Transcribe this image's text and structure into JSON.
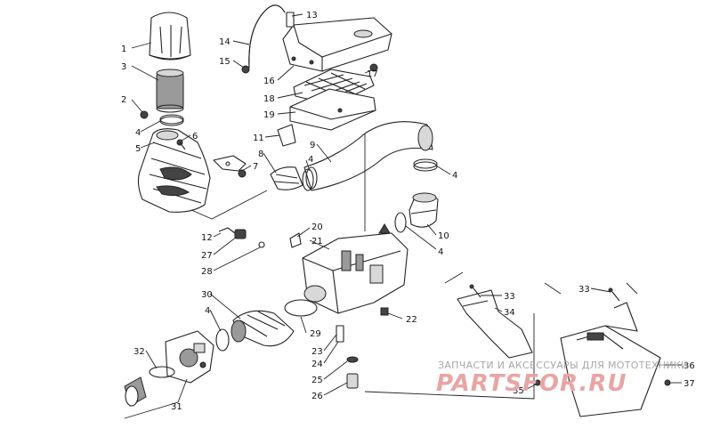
{
  "callouts": [
    {
      "id": "c1",
      "text": "1"
    },
    {
      "id": "c2",
      "text": "2"
    },
    {
      "id": "c3",
      "text": "3"
    },
    {
      "id": "c4a",
      "text": "4"
    },
    {
      "id": "c4b",
      "text": "4"
    },
    {
      "id": "c4c",
      "text": "4"
    },
    {
      "id": "c4d",
      "text": "4"
    },
    {
      "id": "c4e",
      "text": "4"
    },
    {
      "id": "c5",
      "text": "5"
    },
    {
      "id": "c6",
      "text": "6"
    },
    {
      "id": "c7",
      "text": "7"
    },
    {
      "id": "c8",
      "text": "8"
    },
    {
      "id": "c9",
      "text": "9"
    },
    {
      "id": "c10",
      "text": "10"
    },
    {
      "id": "c11",
      "text": "11"
    },
    {
      "id": "c12",
      "text": "12"
    },
    {
      "id": "c13",
      "text": "13"
    },
    {
      "id": "c14",
      "text": "14"
    },
    {
      "id": "c15",
      "text": "15"
    },
    {
      "id": "c16",
      "text": "16"
    },
    {
      "id": "c17",
      "text": "17"
    },
    {
      "id": "c18",
      "text": "18"
    },
    {
      "id": "c19",
      "text": "19"
    },
    {
      "id": "c20",
      "text": "20"
    },
    {
      "id": "c21",
      "text": "21"
    },
    {
      "id": "c22",
      "text": "22"
    },
    {
      "id": "c23",
      "text": "23"
    },
    {
      "id": "c24",
      "text": "24"
    },
    {
      "id": "c25",
      "text": "25"
    },
    {
      "id": "c26",
      "text": "26"
    },
    {
      "id": "c27",
      "text": "27"
    },
    {
      "id": "c28",
      "text": "28"
    },
    {
      "id": "c29",
      "text": "29"
    },
    {
      "id": "c30",
      "text": "30"
    },
    {
      "id": "c31",
      "text": "31"
    },
    {
      "id": "c32",
      "text": "32"
    },
    {
      "id": "c33a",
      "text": "33"
    },
    {
      "id": "c33b",
      "text": "33"
    },
    {
      "id": "c34",
      "text": "34"
    },
    {
      "id": "c35",
      "text": "35"
    },
    {
      "id": "c36",
      "text": "36"
    },
    {
      "id": "c37",
      "text": "37"
    }
  ],
  "watermark": {
    "caption": "ЗАПЧАСТИ И АКСЕССУАРЫ ДЛЯ МОТОТЕХНИКИ",
    "logo": "PARTSFOR.RU"
  },
  "colors": {
    "line": "#222222",
    "watermark_text": "#a8a8a8",
    "watermark_logo": "#e8a5a5"
  }
}
